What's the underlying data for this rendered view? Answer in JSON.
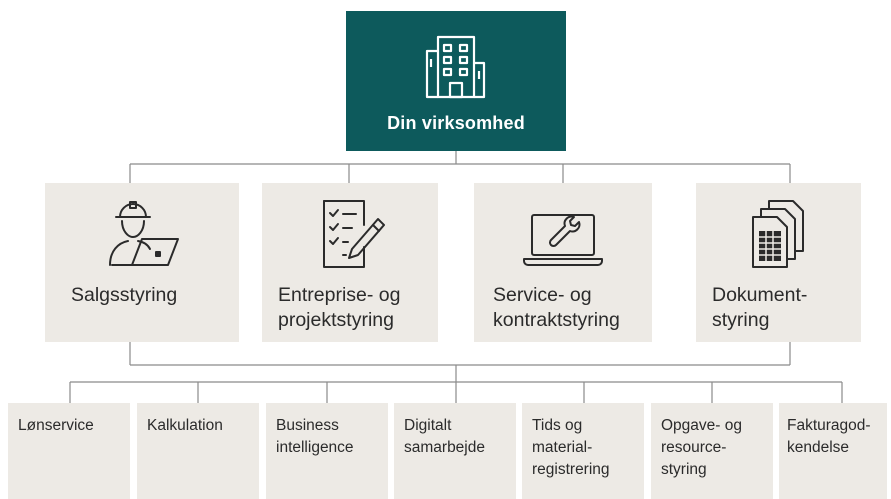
{
  "root": {
    "label": "Din virksomhed",
    "icon": "office-building-icon",
    "color": "#0d5a5c"
  },
  "modules": [
    {
      "label": "Salgsstyring",
      "icon": "worker-laptop-icon"
    },
    {
      "label": "Entreprise- og\nprojektstyring",
      "icon": "checklist-pencil-icon"
    },
    {
      "label": "Service- og\nkontraktstyring",
      "icon": "laptop-wrench-icon"
    },
    {
      "label": "Dokument-\nstyring",
      "icon": "documents-stack-icon"
    }
  ],
  "services": [
    {
      "label": "Lønservice"
    },
    {
      "label": "Kalkulation"
    },
    {
      "label": "Business\nintelligence"
    },
    {
      "label": "Digitalt\nsamarbejde"
    },
    {
      "label": "Tids og\nmaterial-\nregistrering"
    },
    {
      "label": "Opgave- og\nresource-\nstyring"
    },
    {
      "label": "Fakturagod-\nkendelse"
    }
  ],
  "colors": {
    "box_background": "#edeae5",
    "connector": "#8a8a8a"
  }
}
